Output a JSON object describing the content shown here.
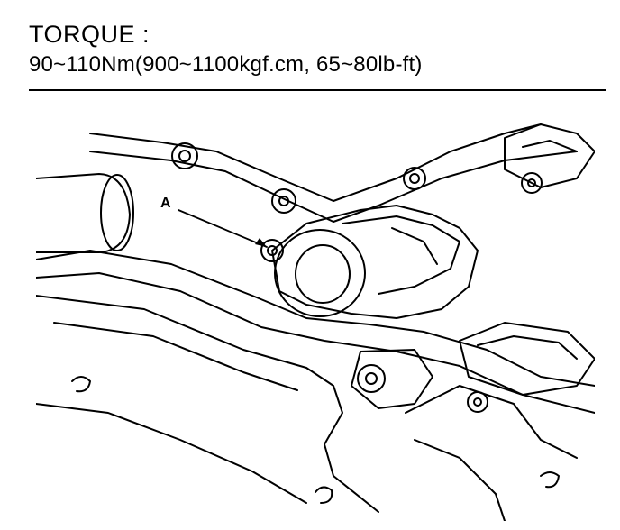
{
  "header": {
    "torque_label": "TORQUE :",
    "torque_value": "90~110Nm(900~1100kgf.cm, 65~80lb-ft)"
  },
  "figure": {
    "callout_label": "A"
  },
  "colors": {
    "ink": "#000000",
    "paper": "#ffffff"
  }
}
